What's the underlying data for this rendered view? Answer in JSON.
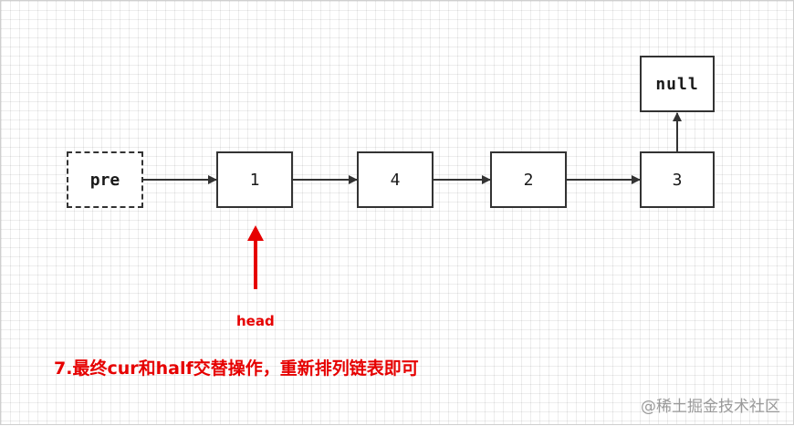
{
  "diagram": {
    "nodes": {
      "pre": "pre",
      "n1": "1",
      "n4": "4",
      "n2": "2",
      "n3": "3",
      "null": "null"
    },
    "head_label": "head",
    "caption": "7.最终cur和half交替操作，重新排列链表即可",
    "watermark": "@稀土掘金技术社区"
  },
  "colors": {
    "node_border": "#333333",
    "arrow": "#333333",
    "head_arrow": "#e60000",
    "caption": "#e60000",
    "watermark": "#9a9a9a"
  }
}
